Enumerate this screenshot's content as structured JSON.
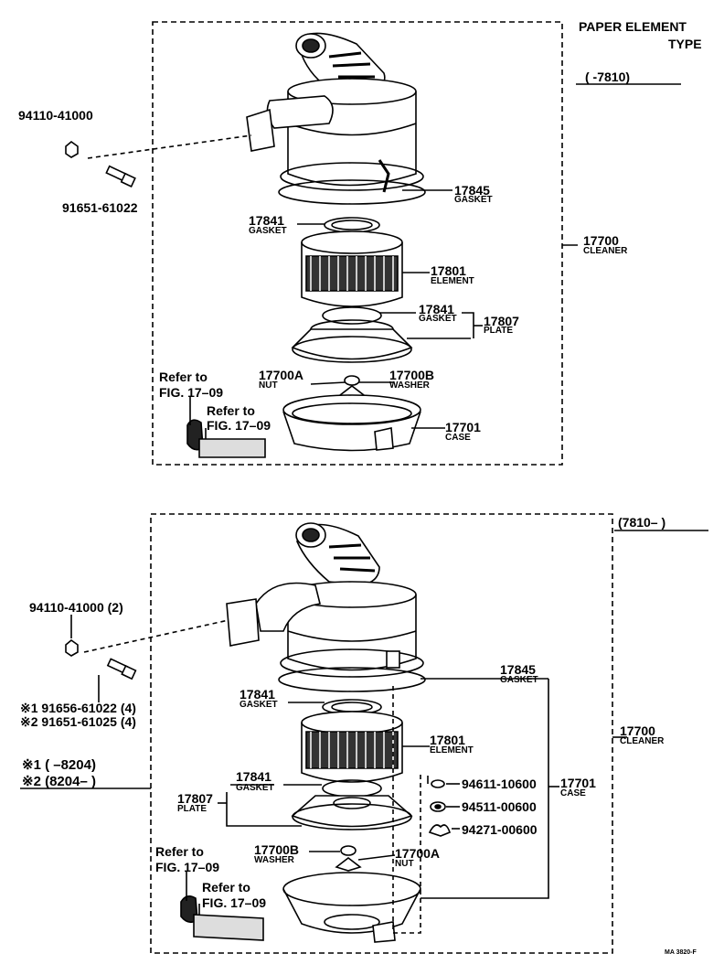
{
  "header": {
    "line1": "PAPER ELEMENT",
    "line2": "TYPE"
  },
  "top": {
    "range": "(       -7810)",
    "nut_part": "94110-41000",
    "bolt_part": "91651-61022",
    "gasket_top": {
      "num": "17845",
      "name": "GASKET"
    },
    "gasket_mid": {
      "num": "17841",
      "name": "GASKET"
    },
    "cleaner": {
      "num": "17700",
      "name": "CLEANER"
    },
    "element": {
      "num": "17801",
      "name": "ELEMENT"
    },
    "gasket_low": {
      "num": "17841",
      "name": "GASKET"
    },
    "plate": {
      "num": "17807",
      "name": "PLATE"
    },
    "nut": {
      "num": "17700A",
      "name": "NUT"
    },
    "washer": {
      "num": "17700B",
      "name": "WASHER"
    },
    "case": {
      "num": "17701",
      "name": "CASE"
    },
    "refer1": [
      "Refer to",
      "FIG. 17–09"
    ],
    "refer2": [
      "Refer to",
      "FIG. 17–09"
    ]
  },
  "bottom": {
    "range": "(7810–       )",
    "nut_part": "94110-41000 (2)",
    "bolt1": "※1 91656-61022 (4)",
    "bolt2": "※2 91651-61025 (4)",
    "note1": "※1 (       –8204)",
    "note2": "※2 (8204–       )",
    "gasket_top": {
      "num": "17845",
      "name": "GASKET"
    },
    "gasket_mid": {
      "num": "17841",
      "name": "GASKET"
    },
    "cleaner": {
      "num": "17700",
      "name": "CLEANER"
    },
    "element": {
      "num": "17801",
      "name": "ELEMENT"
    },
    "gasket_low": {
      "num": "17841",
      "name": "GASKET"
    },
    "plate": {
      "num": "17807",
      "name": "PLATE"
    },
    "washer": {
      "num": "17700B",
      "name": "WASHER"
    },
    "nut": {
      "num": "17700A",
      "name": "NUT"
    },
    "case": {
      "num": "17701",
      "name": "CASE"
    },
    "p1": "94611-10600",
    "p2": "94511-00600",
    "p3": "94271-00600",
    "refer1": [
      "Refer to",
      "FIG. 17–09"
    ],
    "refer2": [
      "Refer to",
      "FIG. 17–09"
    ]
  },
  "footer": {
    "code": "MA 3820-F"
  }
}
